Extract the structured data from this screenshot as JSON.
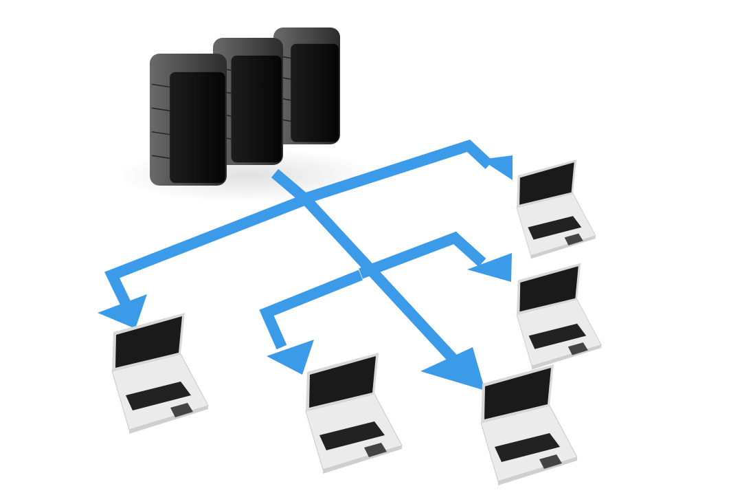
{
  "colors": {
    "background": "#ffffff",
    "arrow": "#3b9be8",
    "arrow_dark": "#2a86d6",
    "server_body": "#3a3a3a",
    "server_front": "#0d0d0d",
    "laptop_body": "#e6e6e6",
    "laptop_screen": "#1a1a1a"
  },
  "scene": {
    "server_count": 3,
    "laptop_count": 5,
    "arrow_count": 5
  }
}
